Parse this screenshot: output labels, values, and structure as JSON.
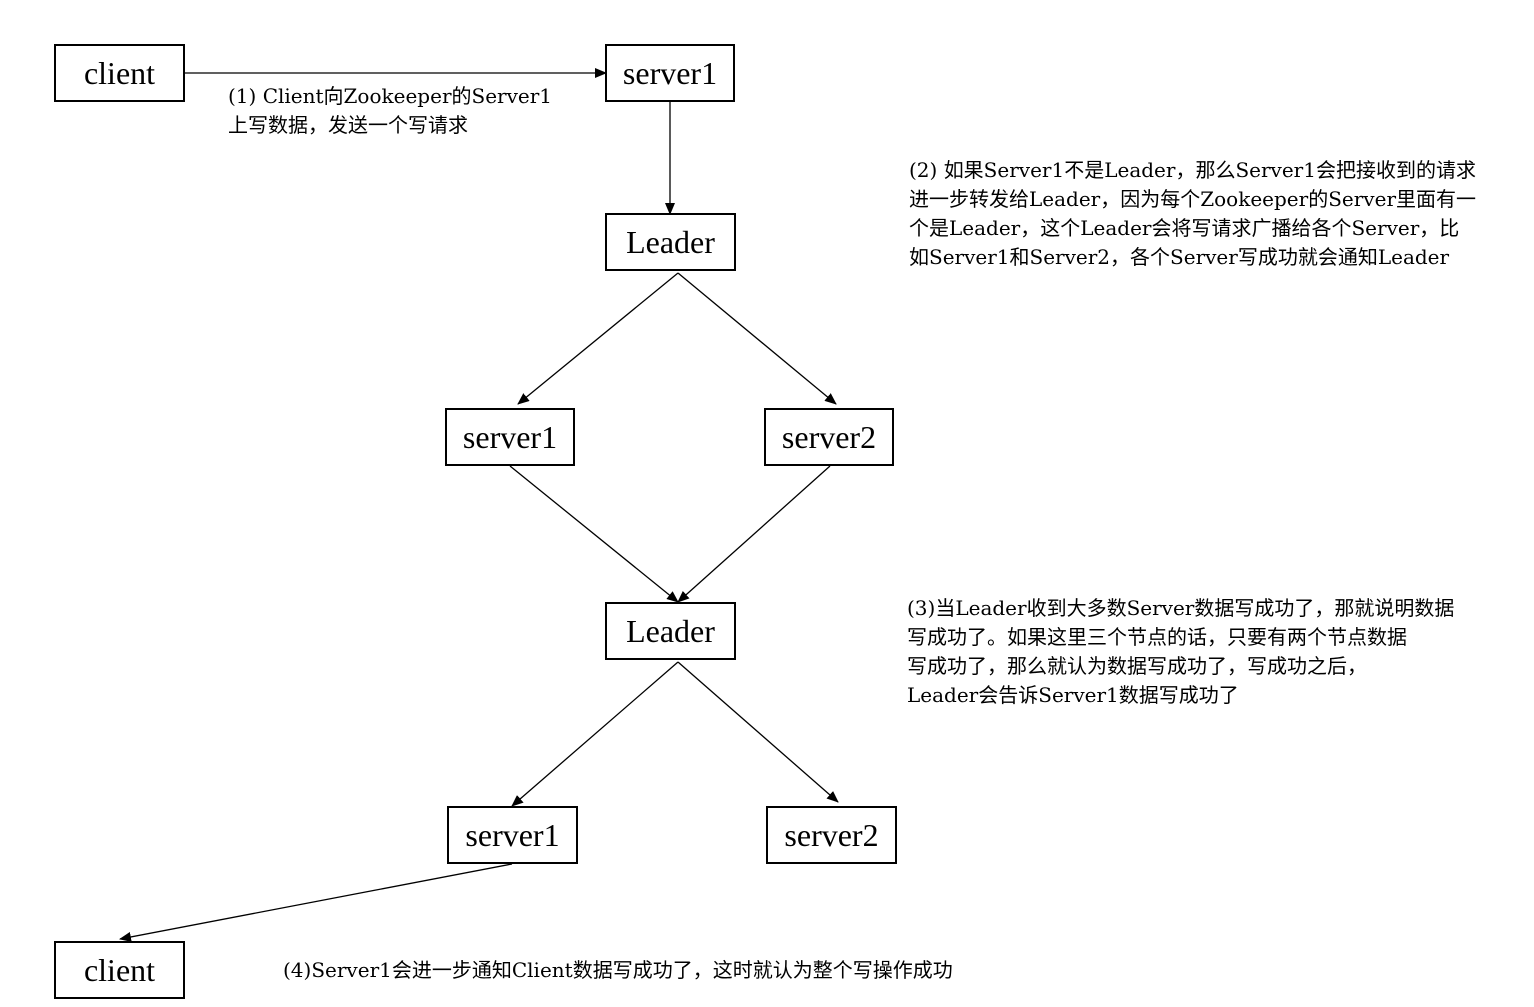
{
  "nodes": {
    "client_top": "client",
    "server1_top": "server1",
    "leader_1": "Leader",
    "server1_mid": "server1",
    "server2_mid": "server2",
    "leader_2": "Leader",
    "server1_bottom": "server1",
    "server2_bottom": "server2",
    "client_bottom": "client"
  },
  "annotations": {
    "step1": [
      "(1) Client向Zookeeper的Server1",
      "上写数据，发送一个写请求"
    ],
    "step2": [
      "(2) 如果Server1不是Leader，那么Server1会把接收到的请求",
      "进一步转发给Leader，因为每个Zookeeper的Server里面有一",
      "个是Leader，这个Leader会将写请求广播给各个Server，比",
      "如Server1和Server2，各个Server写成功就会通知Leader"
    ],
    "step3": [
      "(3)当Leader收到大多数Server数据写成功了，那就说明数据",
      "写成功了。如果这里三个节点的话，只要有两个节点数据",
      "写成功了，那么就认为数据写成功了，写成功之后，",
      "Leader会告诉Server1数据写成功了"
    ],
    "step4": [
      "(4)Server1会进一步通知Client数据写成功了，这时就认为整个写操作成功"
    ]
  }
}
